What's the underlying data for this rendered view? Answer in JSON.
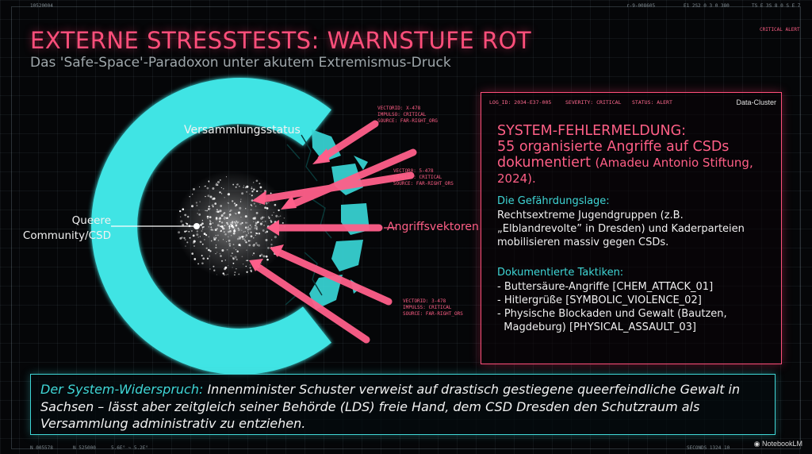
{
  "title": "EXTERNE STRESSTESTS: WARNSTUFE ROT",
  "subtitle": "Das 'Safe-Space'-Paradoxon unter akutem Extremismus-Druck",
  "hud": {
    "tl": "10520004",
    "tc": "r-9-008605",
    "tr1": "E1 2S2 0 3 0 380",
    "tr2": "TS E 3S 8 0 S E 7",
    "critical": "CRITICAL ALERT",
    "bl1": "N 005578",
    "bl2": "N 525000",
    "bl3": "5.6E° ~ 5.2E°",
    "br1": "SECONDS 1324 10"
  },
  "diagram": {
    "ring_label": "Versammlungsstatus",
    "center_label_1": "Queere",
    "center_label_2": "Community/CSD",
    "arrows_label": "Angriffsvektoren",
    "vector_1": [
      "VECTORID: X-478",
      "IMPULSO: CRITICAL",
      "SOURCE: FAR-RIGHT_ORG"
    ],
    "vector_2": [
      "VECTOR0: 5-478",
      "IMPULSO: CRITICAL",
      "SOURCE: FAR-RIGHT_ORS"
    ],
    "vector_3": [
      "VECTORID: 3-478",
      "IMPULSS: CRITICAL",
      "SOURCE: FAR-RIGHT_ORS"
    ]
  },
  "panel": {
    "log_id": "LOG_ID: 2034-E37-005",
    "severity": "SEVERITY: CRITICAL",
    "status": "STATUS: ALERT",
    "cluster": "Data-Cluster",
    "title_1": "SYSTEM-FEHLERMELDUNG:",
    "title_2": "55 organisierte Angriffe auf CSDs",
    "title_3": "dokumentiert",
    "title_src": "(Amadeu Antonio Stiftung, 2024).",
    "lage_heading": "Die Gefährdungslage:",
    "lage_1": "Rechtsextreme Jugendgruppen (z.B.",
    "lage_2": "„Elblandrevolte” in Dresden) und Kaderparteien",
    "lage_3": "mobilisieren massiv gegen CSDs.",
    "taktik_heading": "Dokumentierte Taktiken:",
    "taktik_1": "- Buttersäure-Angriffe [CHEM_ATTACK_01]",
    "taktik_2": "- Hitlergrüße [SYMBOLIC_VIOLENCE_02]",
    "taktik_3": "- Physische Blockaden und Gewalt (Bautzen,",
    "taktik_4": "  Magdeburg) [PHYSICAL_ASSAULT_03]"
  },
  "bottom": {
    "lead": "Der System-Widerspruch:",
    "text": " Innenminister Schuster verweist auf drastisch gestiegene queerfeindliche Gewalt in Sachsen – lässt aber zeitgleich seiner Behörde (LDS) freie Hand, dem CSD Dresden den Schutzraum als Versammlung administrativ zu entziehen."
  },
  "branding": "NotebookLM",
  "colors": {
    "accent_pink": "#ff4f7b",
    "accent_cyan": "#3fe4e4",
    "background": "#050608"
  }
}
